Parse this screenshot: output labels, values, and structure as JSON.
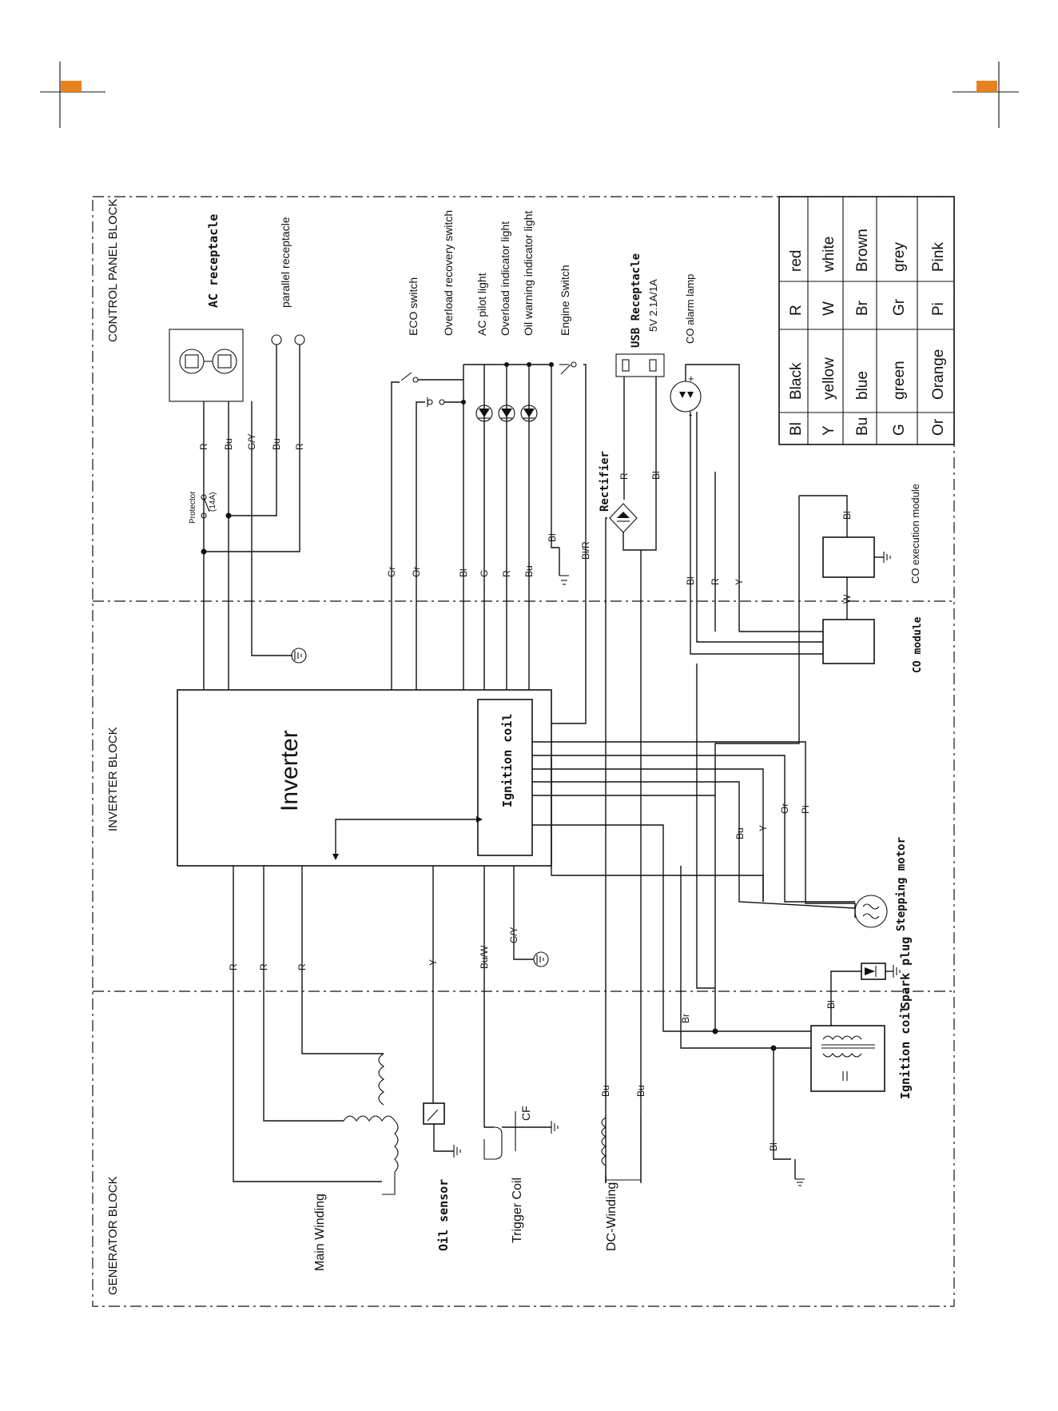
{
  "blocks": {
    "control_panel": "CONTROL PANEL BLOCK",
    "inverter": "INVERTER BLOCK",
    "generator": "GENERATOR BLOCK"
  },
  "components": {
    "ac_receptacle": "AC receptacle",
    "parallel_receptacle": "parallel receptacle",
    "eco_switch": "ECO switch",
    "overload_recovery_switch": "Overload recovery switch",
    "ac_pilot_light": "AC pilot light",
    "overload_indicator_light": "Overload indicator light",
    "oil_warning_indicator_light": "Oil warning indicator light",
    "engine_switch": "Engine Switch",
    "usb_receptacle": "USB Receptacle",
    "usb_rating": "5V 2.1A/1A",
    "co_alarm_lamp": "CO alarm lamp",
    "protector": "Protector",
    "protector_rating": "(14A)",
    "rectifier": "Rectifier",
    "co_execution_module": "CO execution module",
    "co_module": "CO module",
    "inverter": "Inverter",
    "ignition_coil_inner": "Ignition coil",
    "stepping_motor": "Stepping motor",
    "spark_plug": "Spark plug",
    "ignition_coil_outer": "Ignition coil",
    "main_winding": "Main Winding",
    "oil_sensor": "Oil sensor",
    "trigger_coil": "Trigger Coil",
    "dc_winding": "DC-Winding",
    "cf": "CF"
  },
  "wire_labels": {
    "ac_r1": "R",
    "ac_bu1": "Bu",
    "ac_gy": "G/Y",
    "ac_bu2": "Bu",
    "ac_r2": "R",
    "cp_gr": "Gr",
    "cp_or": "Or",
    "cp_bl": "Bl",
    "cp_g": "G",
    "cp_r": "R",
    "cp_bu": "Bu",
    "eng_bl": "Bl",
    "eng_blr": "Bl/R",
    "rect_r": "R",
    "rect_bl": "Bl",
    "co_bl": "Bl",
    "co_r": "R",
    "co_y": "Y",
    "co_w": "W",
    "coe_bl": "Bl",
    "gen_r1": "R",
    "gen_r2": "R",
    "gen_r3": "R",
    "gen_y": "Y",
    "gen_buw": "Bu/W",
    "gen_gy": "G/Y",
    "sm_bu": "Bu",
    "sm_y": "Y",
    "sm_or": "Or",
    "sm_pi": "Pi",
    "dc_bu1": "Bu",
    "dc_bu2": "Bu",
    "ig_br": "Br",
    "ig_bl": "Bl",
    "gnd_bl": "Bl"
  },
  "legend": {
    "rows": [
      {
        "code1": "Bl",
        "name1": "Black",
        "code2": "R",
        "name2": "red"
      },
      {
        "code1": "Y",
        "name1": "yellow",
        "code2": "W",
        "name2": "white"
      },
      {
        "code1": "Bu",
        "name1": "blue",
        "code2": "Br",
        "name2": "Brown"
      },
      {
        "code1": "G",
        "name1": "green",
        "code2": "Gr",
        "name2": "grey"
      },
      {
        "code1": "Or",
        "name1": "Orange",
        "code2": "Pi",
        "name2": "Pink"
      }
    ]
  },
  "colors": {
    "crop_mark_accent": "#e8821e",
    "ink": "#111111"
  }
}
